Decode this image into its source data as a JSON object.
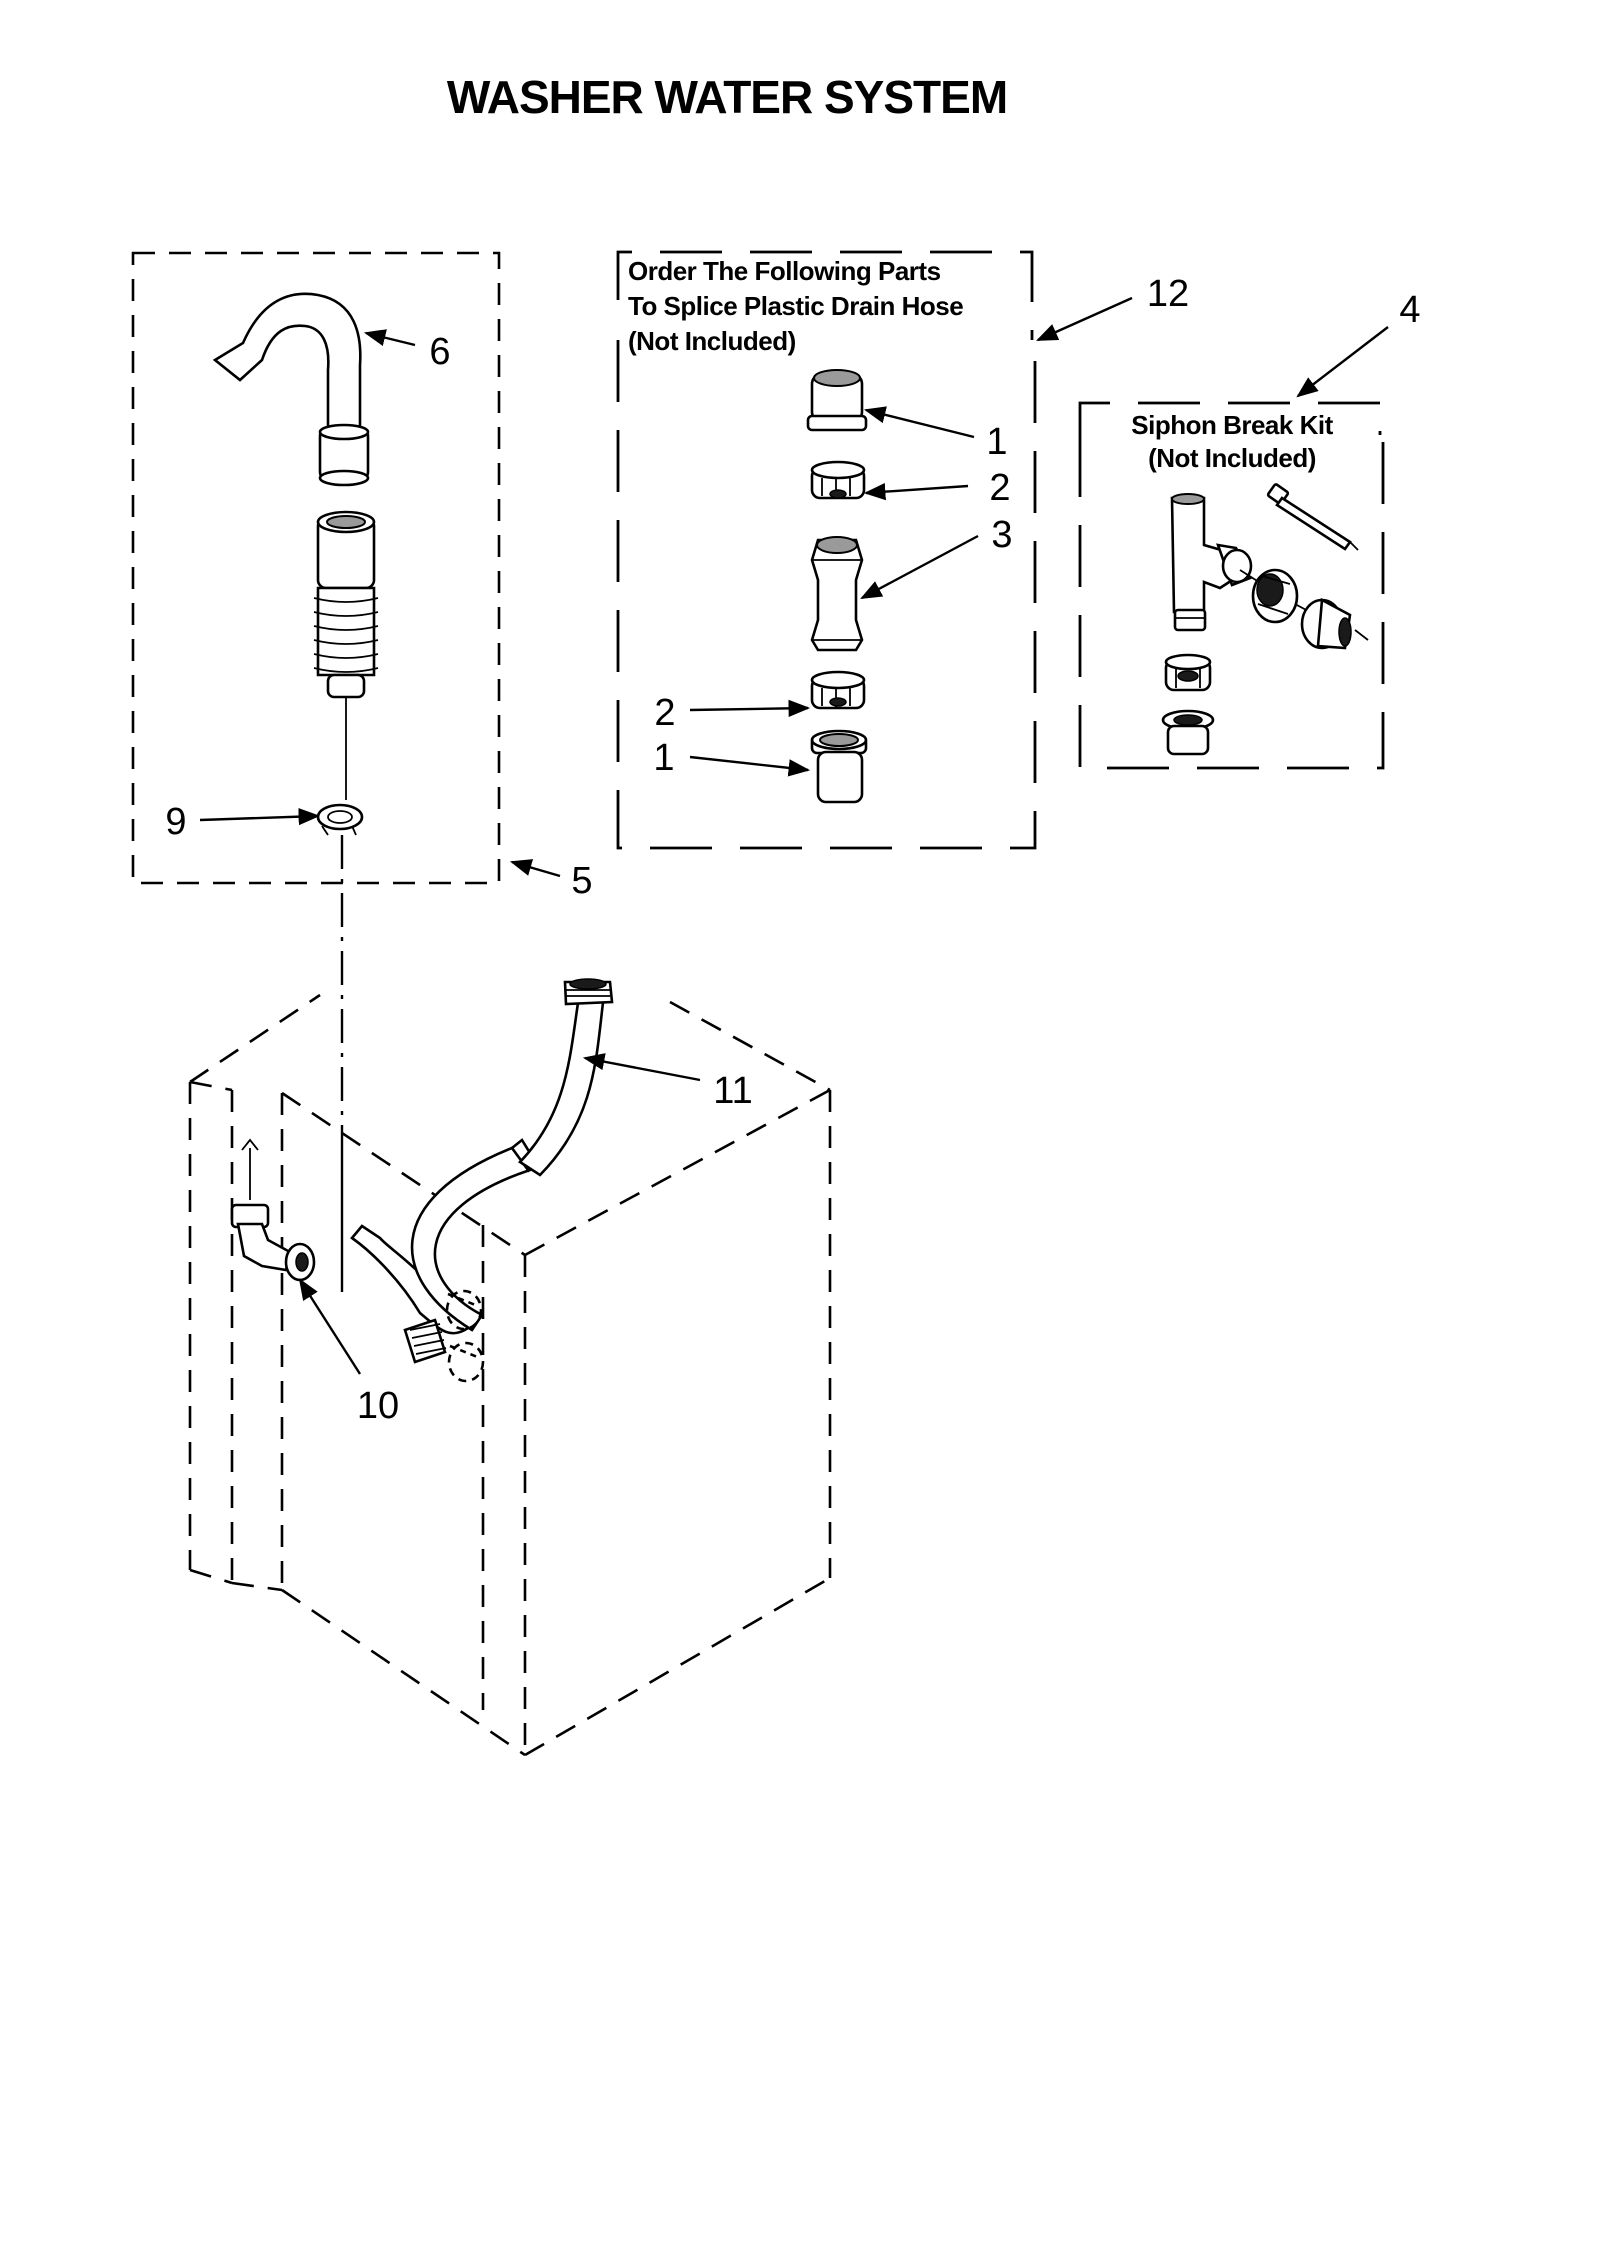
{
  "title": "WASHER WATER SYSTEM",
  "splice_box": {
    "lines": [
      "Order The Following Parts",
      "To Splice Plastic Drain Hose",
      "(Not Included)"
    ]
  },
  "siphon_box": {
    "lines": [
      "Siphon Break Kit",
      "(Not Included)"
    ]
  },
  "callouts": {
    "c1a": "1",
    "c2a": "2",
    "c3": "3",
    "c2b": "2",
    "c1b": "1",
    "c4": "4",
    "c5": "5",
    "c6": "6",
    "c9": "9",
    "c10": "10",
    "c11": "11",
    "c12": "12"
  }
}
